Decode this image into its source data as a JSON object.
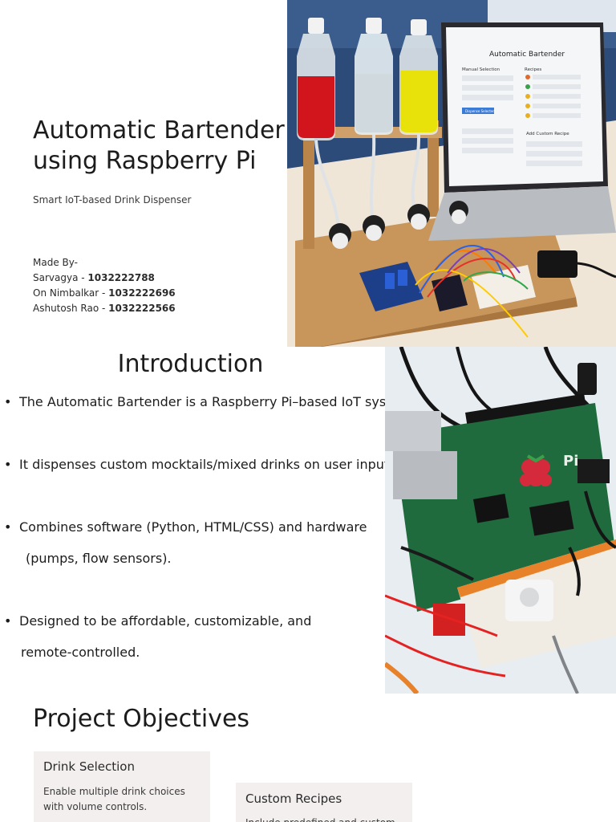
{
  "slide1": {
    "title_lines": [
      "Automatic Bartender",
      "using Raspberry Pi"
    ],
    "subtitle": "Smart IoT-based Drink Dispenser",
    "made_by_label": "Made By-",
    "members": [
      {
        "name": "Sarvagya - ",
        "id": "1032222788"
      },
      {
        "name": "On Nimbalkar - ",
        "id": "1032222696"
      },
      {
        "name": "Ashutosh Rao - ",
        "id": "1032222566"
      }
    ],
    "laptop_screen": {
      "app_title": "Automatic Bartender",
      "manual_selection": "Manual Selection",
      "recipes": "Recipes",
      "add_custom_recipe": "Add Custom Recipe",
      "dispense_button": "Dispense Selected"
    },
    "colors": {
      "liquid_red": "#d2141c",
      "liquid_clear": "#e6eef2",
      "liquid_yellow": "#e8e20a",
      "wood": "#c8955a"
    }
  },
  "slide2": {
    "heading": "Introduction",
    "bullet_char": "•",
    "bullets": [
      {
        "line1": "The Automatic Bartender is a Raspberry Pi–based IoT system.",
        "line2": ""
      },
      {
        "line1": "It dispenses custom mocktails/mixed drinks on user input.",
        "line2": ""
      },
      {
        "line1": "Combines software (Python, HTML/CSS) and hardware",
        "line2": "(pumps, flow sensors)."
      },
      {
        "line1": "Designed to be affordable, customizable, and",
        "line2": "remote-controlled."
      }
    ],
    "board_label": "Pi",
    "colors": {
      "pcb": "#1f6b3e",
      "breadboard": "#f0ece4",
      "red": "#d32020"
    }
  },
  "slide3": {
    "heading": "Project Objectives",
    "cards": [
      {
        "title": "Drink Selection",
        "desc": "Enable multiple drink choices with volume controls."
      },
      {
        "title": "Custom Recipes",
        "desc": "Include predefined and custom"
      }
    ]
  }
}
